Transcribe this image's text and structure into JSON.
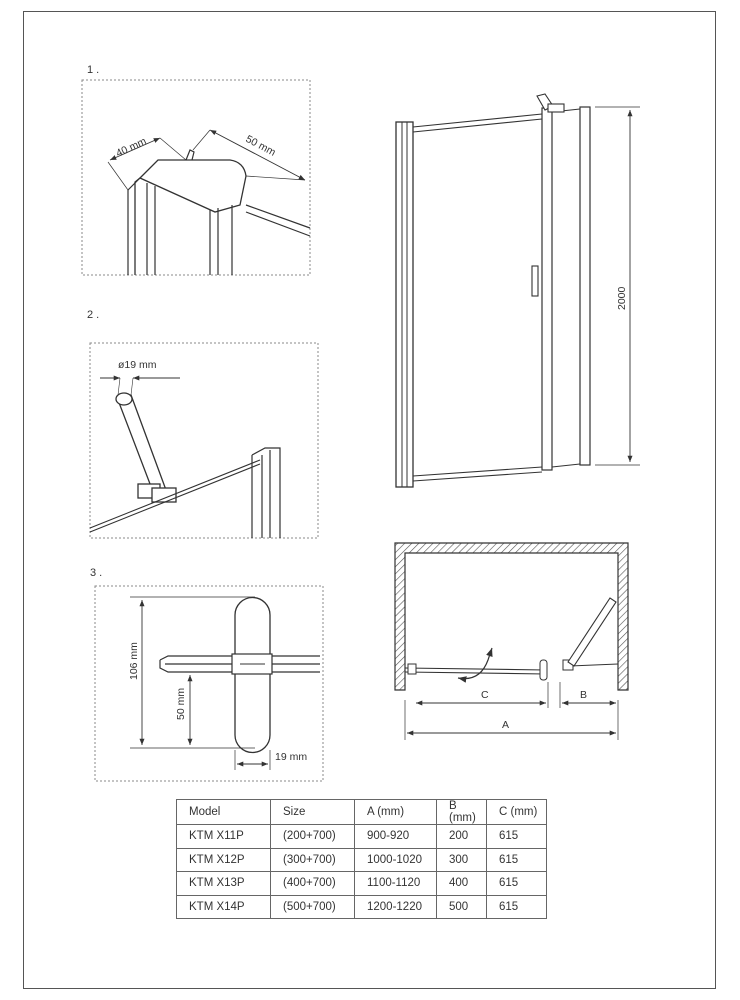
{
  "steps": [
    "1 .",
    "2 .",
    "3 ."
  ],
  "detail1": {
    "dim_a": "40 mm",
    "dim_b": "50 mm"
  },
  "detail2": {
    "dim_a": "ø19 mm"
  },
  "detail3": {
    "dim_a": "106 mm",
    "dim_b": "50 mm",
    "dim_c": "19 mm"
  },
  "elevation": {
    "height": "2000"
  },
  "plan": {
    "dim_a": "A",
    "dim_b": "B",
    "dim_c": "C"
  },
  "table": {
    "headers": [
      "Model",
      "Size",
      "A (mm)",
      "B (mm)",
      "C (mm)"
    ],
    "rows": [
      [
        "KTM X11P",
        "(200+700)",
        "900-920",
        "200",
        "615"
      ],
      [
        "KTM X12P",
        "(300+700)",
        "1000-1020",
        "300",
        "615"
      ],
      [
        "KTM X13P",
        "(400+700)",
        "1100-1120",
        "400",
        "615"
      ],
      [
        "KTM X14P",
        "(500+700)",
        "1200-1220",
        "500",
        "615"
      ]
    ]
  },
  "colors": {
    "line": "#444444",
    "dashed_border": "#888888",
    "frame": "#555555"
  }
}
